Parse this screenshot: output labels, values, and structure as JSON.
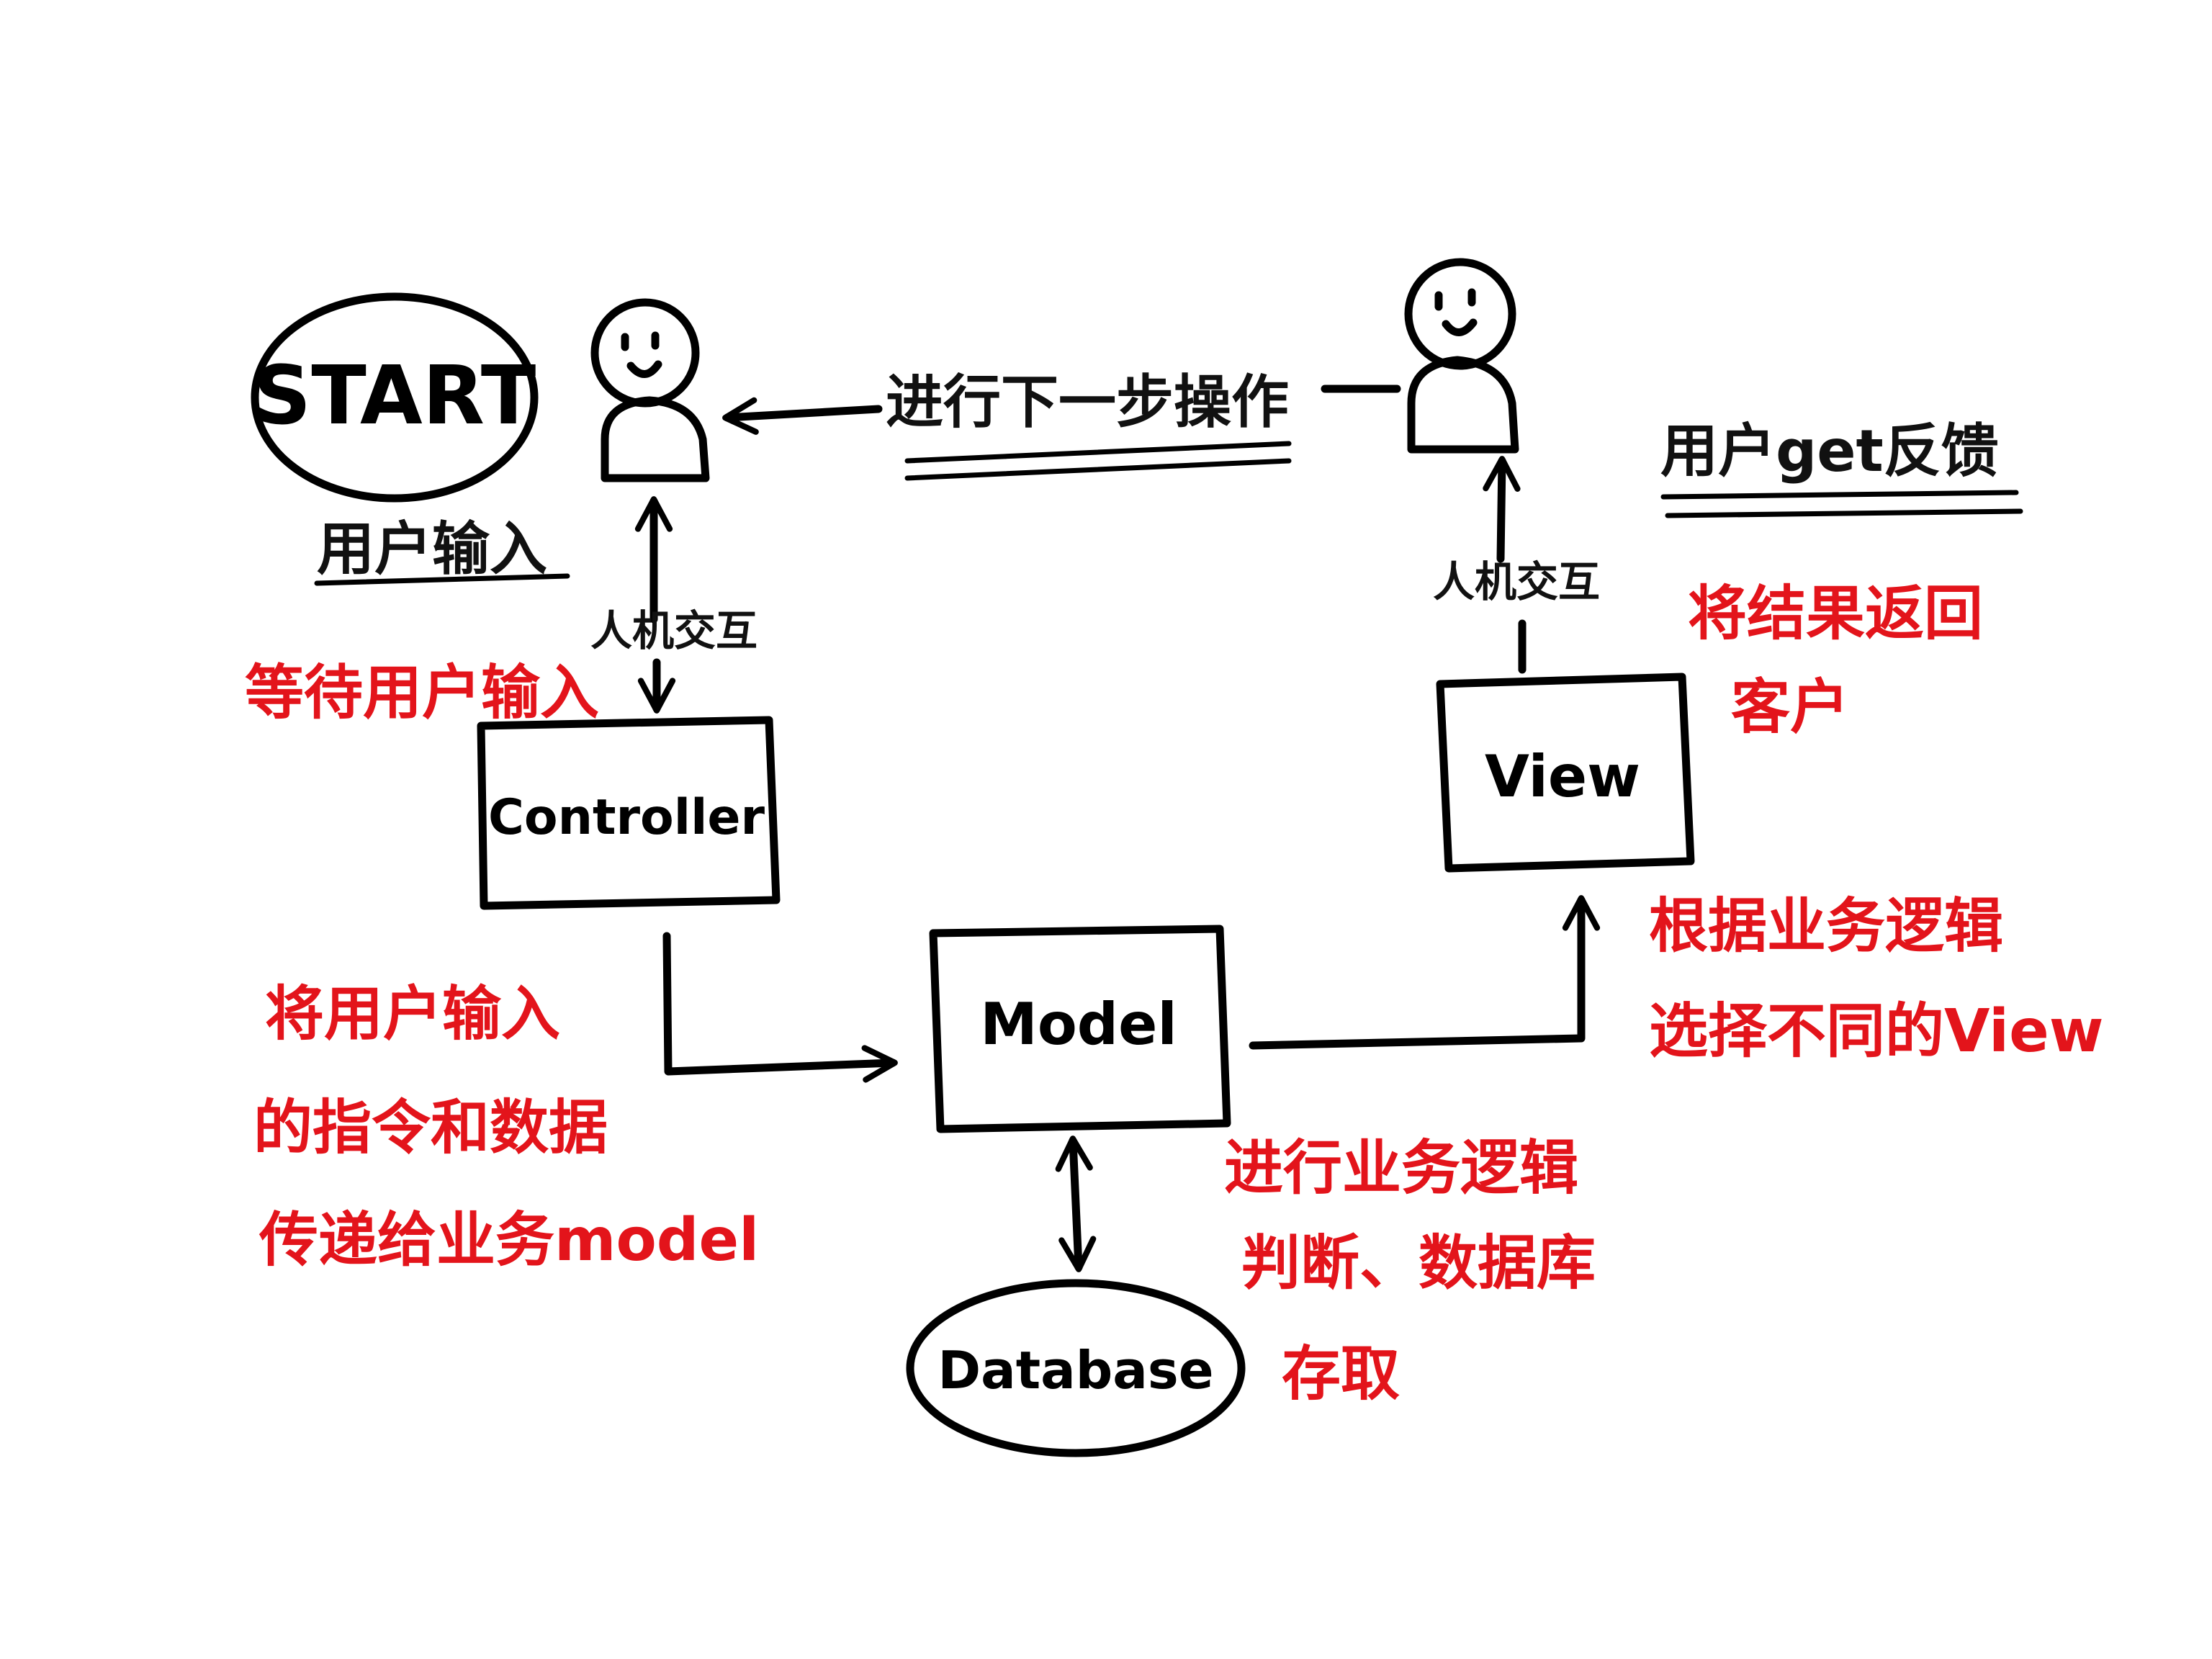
{
  "colors": {
    "ink": "#000000",
    "annotation": "#e3141b",
    "background": "#ffffff"
  },
  "nodes": {
    "start": "START",
    "controller": "Controller",
    "model": "Model",
    "view": "View",
    "database": "Database"
  },
  "labels": {
    "user_input": "用户输入",
    "hci_left": "人机交互",
    "hci_right": "人机交互",
    "next_step": "进行下一步操作",
    "user_get_feedback": "用户get反馈"
  },
  "annotations": {
    "wait_input": "等待用户输入",
    "pass_to_model": [
      "将用户输入",
      "的指令和数据",
      "传递给业务model"
    ],
    "business_logic": [
      "进行业务逻辑",
      "判断、数据库",
      "存取"
    ],
    "select_view": [
      "根据业务逻辑",
      "选择不同的View"
    ],
    "show_result": [
      "将结果返回",
      "客户"
    ]
  }
}
